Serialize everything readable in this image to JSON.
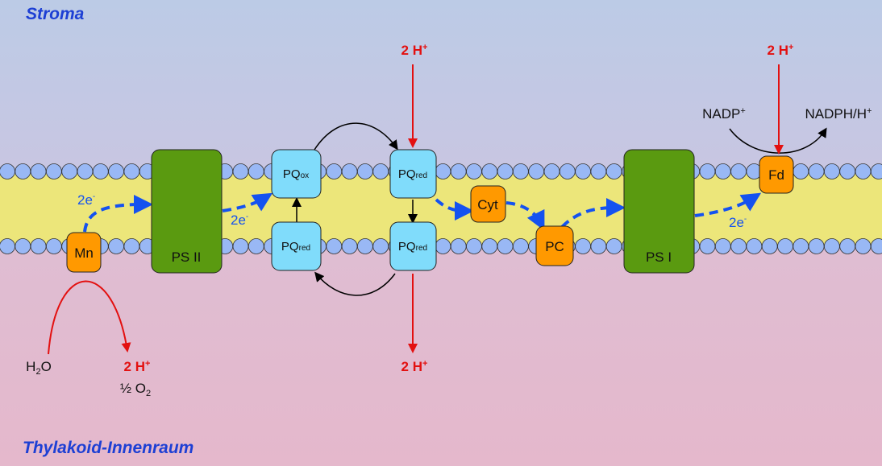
{
  "regions": {
    "top": "Stroma",
    "bottom": "Thylakoid-Innenraum"
  },
  "complexes": {
    "ps2": "PS II",
    "ps1": "PS I",
    "mn": "Mn",
    "pq_ox": "PQ",
    "pq_ox_sub": "ox",
    "pq_red_left": "PQ",
    "pq_red_left_sub": "red",
    "pq_red_top": "PQ",
    "pq_red_top_sub": "red",
    "pq_red_bottom": "PQ",
    "pq_red_bottom_sub": "red",
    "cyt": "Cyt",
    "pc": "PC",
    "fd": "Fd"
  },
  "electrons": {
    "e1": "2e",
    "e2": "2e",
    "e3": "2e",
    "sup": "-"
  },
  "protons": {
    "top_middle": "2 H",
    "top_right": "2 H",
    "bottom_middle": "2 H",
    "bottom_left": "2 H",
    "sup": "+"
  },
  "molecules": {
    "water": "H",
    "water_sub": "2",
    "water_end": "O",
    "oxygen": "½ O",
    "oxygen_sub": "2",
    "nadp": "NADP",
    "nadp_sup": "+",
    "nadph": "NADPH/H",
    "nadph_sup": "+"
  },
  "colors": {
    "stroma": "#bccbe6",
    "lumen": "#e3b8cc",
    "membrane": "#ece67a",
    "lipid": "#99b8f5",
    "photosystem": "#5a9a10",
    "carrier": "#ff9900",
    "pq": "#80dcfb",
    "electron": "#1452f0",
    "proton": "#e31010",
    "title": "#1d3fd4"
  }
}
